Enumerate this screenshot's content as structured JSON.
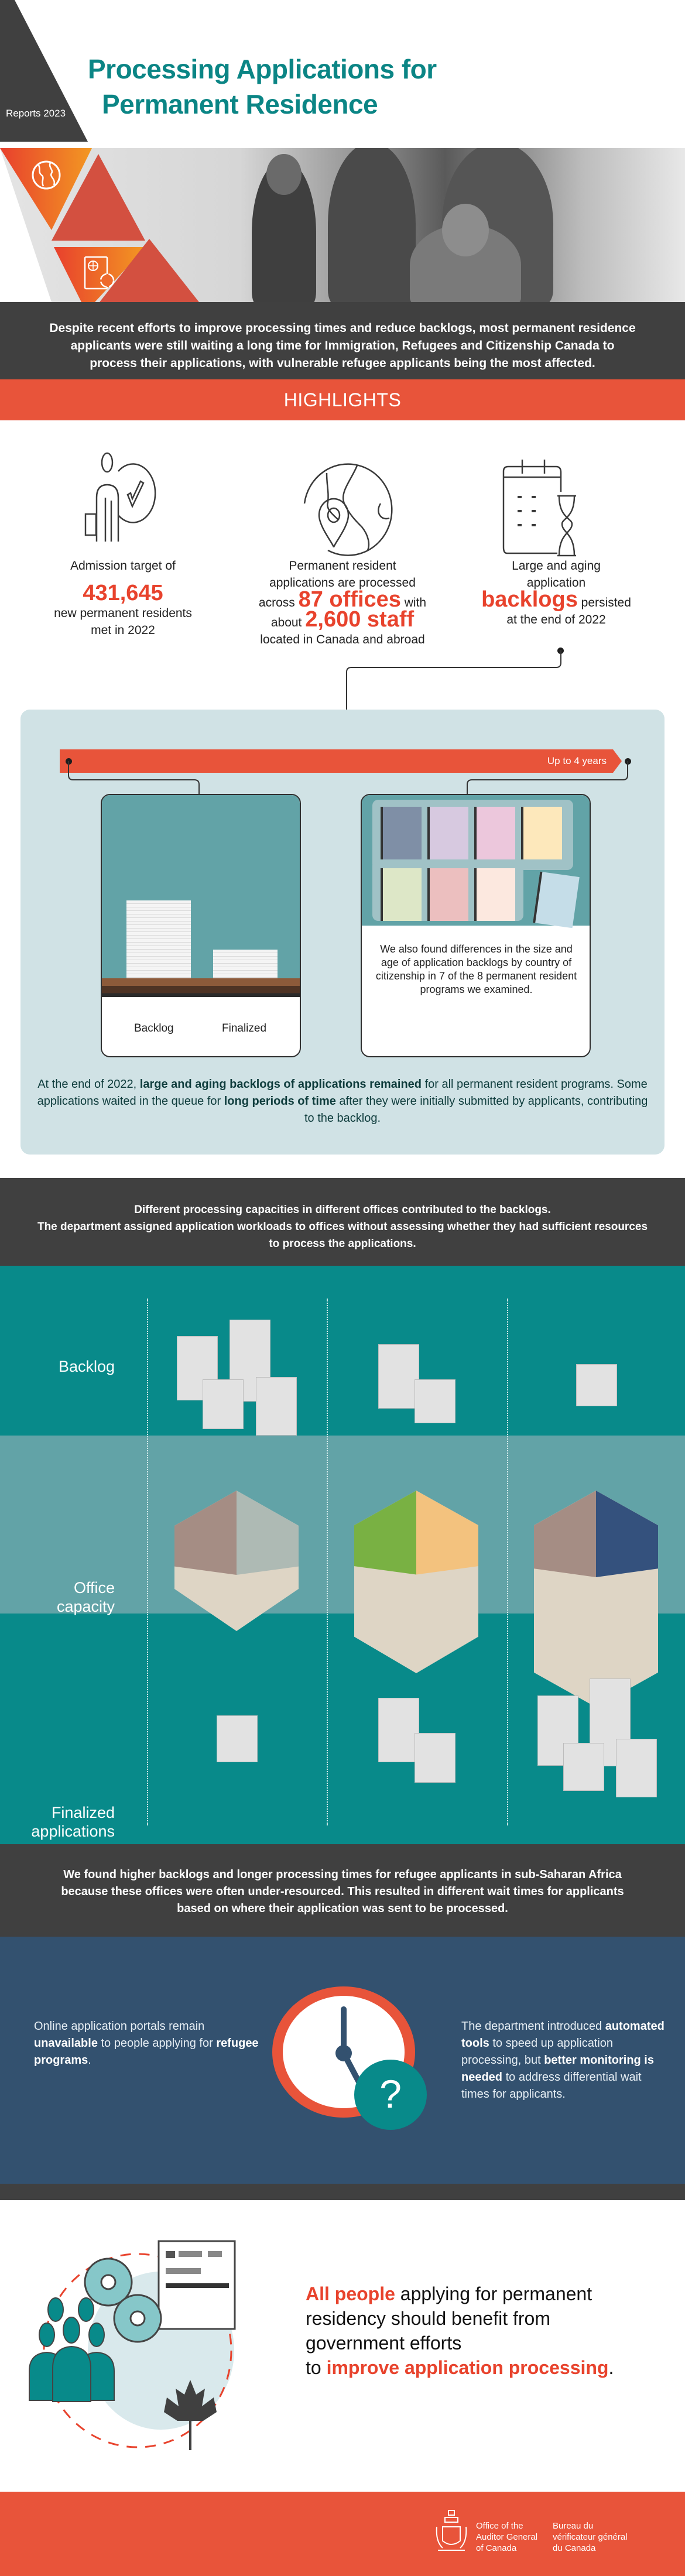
{
  "header": {
    "series_label": "Reports 2023",
    "title_line1": "Processing Applications for",
    "title_line2": "Permanent Residence",
    "icons": [
      "globe-icon",
      "passport-renewal-icon"
    ]
  },
  "intro": {
    "text": "Despite recent efforts to improve processing times and reduce backlogs, most permanent residence applicants were still waiting a long time for Immigration, Refugees and Citizenship Canada to process their applications, with vulnerable refugee applicants being the most affected."
  },
  "highlights": {
    "heading": "HIGHLIGHTS",
    "items": [
      {
        "icon": "person-checkmark-icon",
        "pre": "Admission target of",
        "value": "431,645",
        "post_line1": "new permanent residents",
        "post_line2": "met in 2022"
      },
      {
        "icon": "globe-location-pin-icon",
        "line1": "Permanent resident",
        "line2": "applications are processed",
        "across": "across",
        "offices": "87 offices",
        "with": "with",
        "about": "about",
        "staff": "2,600 staff",
        "line_last": "located in Canada and abroad"
      },
      {
        "icon": "calendar-hourglass-icon",
        "line1": "Large and aging",
        "line2": "application",
        "value": "backlogs",
        "persisted": "persisted",
        "line_last": "at the end of 2022"
      }
    ]
  },
  "timeline": {
    "arrow_label": "Up to 4 years",
    "left_card": {
      "label_backlog": "Backlog",
      "label_finalized": "Finalized"
    },
    "right_card": {
      "text": "We also found differences in the size and age of application backlogs by country of citizenship in 7 of the 8 permanent resident programs we examined.",
      "binder_colors": [
        "#7f8fa6",
        "#d7c9e0",
        "#ecc7dc",
        "#fde8bb",
        "#dde7c7",
        "#ecbfbf",
        "#fce8df"
      ]
    },
    "summary_pre": "At the end of 2022,",
    "summary_bold1": "large and aging backlogs of applications remained",
    "summary_mid": "for all permanent resident programs. Some applications waited in the queue for",
    "summary_bold2": "long periods of time",
    "summary_post": "after they were initially submitted by applicants, contributing to the backlog."
  },
  "capacity": {
    "intro_line1": "Different processing capacities in different offices contributed to the backlogs.",
    "intro_line2": "The department assigned application workloads to offices without assessing whether they had sufficient resources to process the applications.",
    "rows": [
      {
        "label": "Backlog",
        "stacks_per_office": [
          4,
          2,
          1
        ]
      },
      {
        "label_line1": "Office",
        "label_line2": "capacity",
        "staff_per_office": [
          "small",
          "medium",
          "large"
        ]
      },
      {
        "label_line1": "Finalized",
        "label_line2": "applications",
        "stacks_per_office": [
          1,
          2,
          4
        ]
      }
    ]
  },
  "refugee": {
    "intro": "We found higher backlogs and longer processing times for refugee applicants in sub-Saharan Africa because these offices were often under-resourced. This resulted in different wait times for applicants based on where their application was sent to be processed.",
    "left_pre": "Online application portals remain",
    "left_bold1": "unavailable",
    "left_mid": "to people applying for",
    "left_bold2": "refugee programs",
    "left_post": ".",
    "right_pre": "The department introduced",
    "right_bold1": "automated tools",
    "right_mid": "to speed up application processing, but",
    "right_bold2": "better monitoring is needed",
    "right_post": "to address differential wait times for applicants.",
    "center_icon": "clock-question-icon"
  },
  "conclusion": {
    "red1": "All people",
    "text1": "applying for permanent residency should benefit from government efforts",
    "text2": "to",
    "red2": "improve application processing",
    "end": "."
  },
  "footer": {
    "en_line1": "Office of the",
    "en_line2": "Auditor General",
    "en_line3": "of Canada",
    "fr_line1": "Bureau du",
    "fr_line2": "vérificateur général",
    "fr_line3": "du Canada"
  },
  "colors": {
    "teal": "#0b8585",
    "orange_red": "#e8543a",
    "dark_gray": "#404040",
    "navy": "#33516f",
    "panel_bg": "#d0e2e5"
  }
}
